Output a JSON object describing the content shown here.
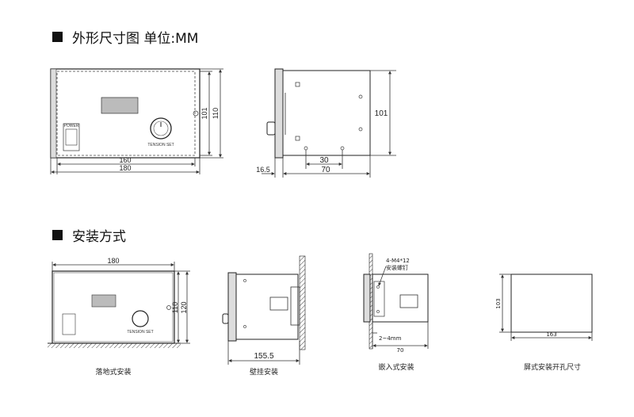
{
  "section_dimensions": {
    "title": "外形尺寸图 单位:MM"
  },
  "section_install": {
    "title": "安装方式"
  },
  "front_view": {
    "power_label": "POWER",
    "knob_label": "TENSION SET",
    "dim_width_inner": "160",
    "dim_width_outer": "180",
    "dim_height_inner": "101",
    "dim_height_outer": "110"
  },
  "side_view": {
    "dim_height": "101",
    "dim_hole_spacing": "30",
    "dim_front": "16.5",
    "dim_depth": "70"
  },
  "install_floor": {
    "dim_width": "180",
    "dim_height_a": "110",
    "dim_height_b": "120",
    "knob_label": "TENSION SET",
    "caption": "落地式安装"
  },
  "install_wall": {
    "dim_depth": "155.5",
    "caption": "壁挂安装"
  },
  "install_embed": {
    "screw_note_1": "4-M4*12",
    "screw_note_2": "安装螺钉",
    "gap_note": "2~4mm",
    "dim_depth": "70",
    "caption": "嵌入式安装"
  },
  "install_cutout": {
    "dim_height": "103",
    "dim_width": "163",
    "caption": "屏式安装开孔尺寸"
  }
}
